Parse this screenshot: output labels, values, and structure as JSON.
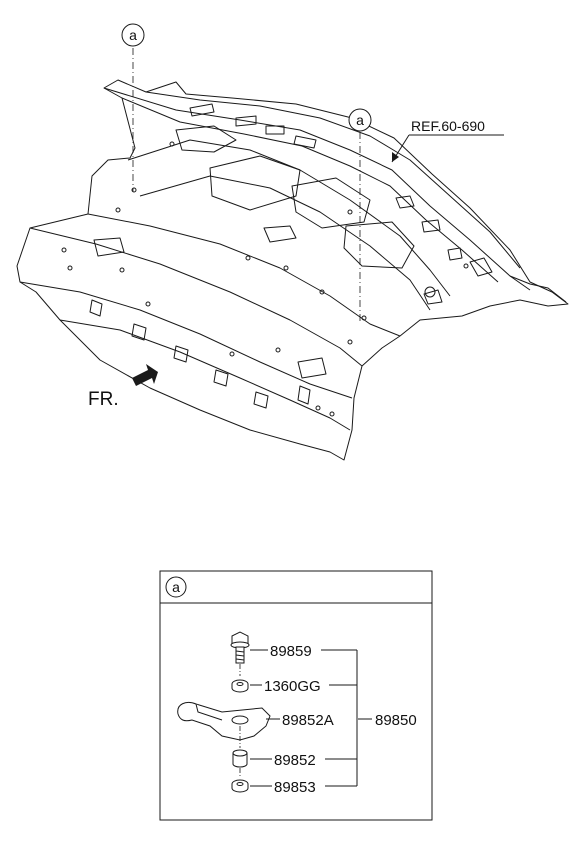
{
  "callouts": {
    "marker": "a",
    "reference": "REF.60-690",
    "front": "FR."
  },
  "inset": {
    "marker": "a",
    "parts": {
      "bolt": "89859",
      "washer": "1360GG",
      "bracket": "89852A",
      "assembly": "89850",
      "spacer": "89852",
      "nut": "89853"
    }
  }
}
